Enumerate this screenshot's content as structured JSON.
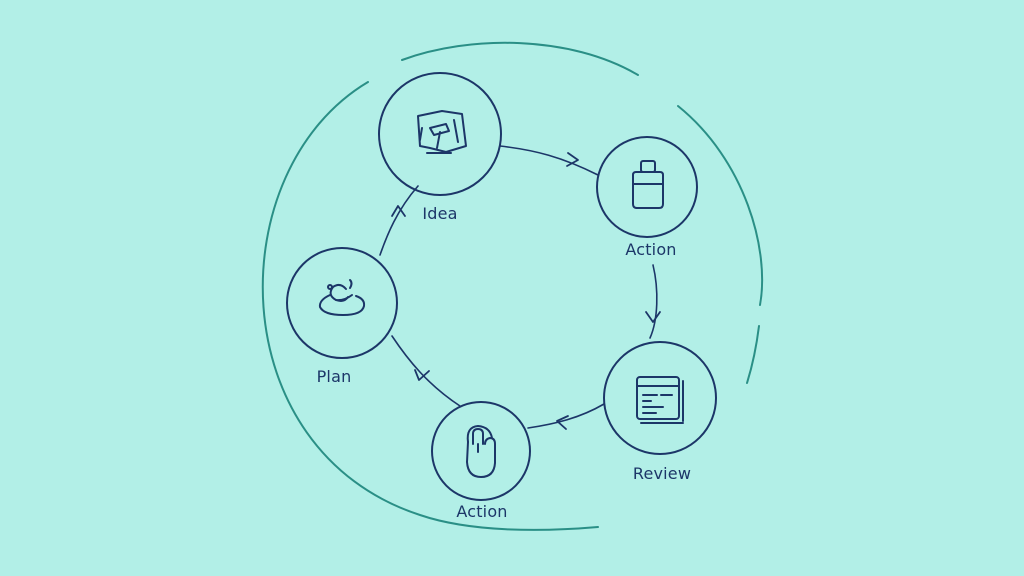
{
  "diagram": {
    "type": "cycle",
    "nodes": [
      {
        "id": "idea",
        "label": "Idea",
        "icon": "idea-sketch-icon"
      },
      {
        "id": "action1",
        "label": "Action",
        "icon": "jar-icon"
      },
      {
        "id": "review",
        "label": "Review",
        "icon": "document-icon"
      },
      {
        "id": "action2",
        "label": "Action",
        "icon": "hand-icon"
      },
      {
        "id": "plan",
        "label": "Plan",
        "icon": "plan-swirl-icon"
      }
    ],
    "edges": [
      {
        "from": "idea",
        "to": "action1"
      },
      {
        "from": "action1",
        "to": "review"
      },
      {
        "from": "review",
        "to": "action2"
      },
      {
        "from": "action2",
        "to": "plan"
      },
      {
        "from": "plan",
        "to": "idea"
      }
    ],
    "colors": {
      "background": "#b2efe7",
      "stroke": "#1c3668",
      "outer_ring": "#2a8f86"
    }
  }
}
